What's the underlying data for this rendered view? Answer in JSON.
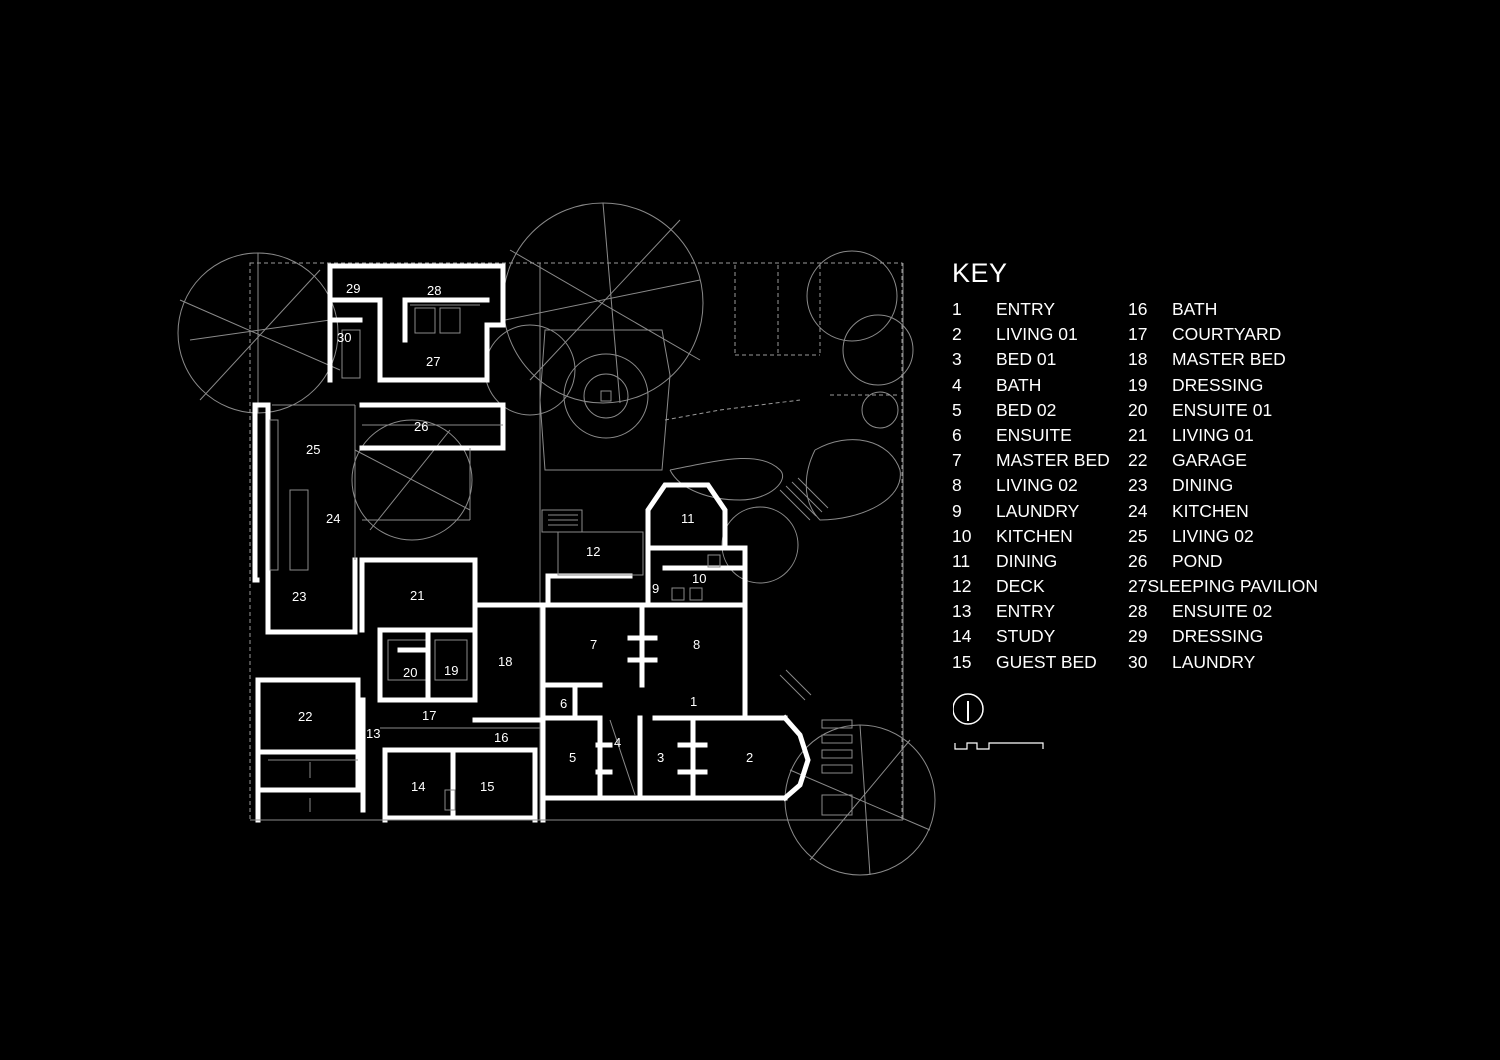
{
  "key": {
    "title": "KEY",
    "columns": [
      [
        {
          "num": "1",
          "name": "ENTRY"
        },
        {
          "num": "2",
          "name": "LIVING 01"
        },
        {
          "num": "3",
          "name": "BED 01"
        },
        {
          "num": "4",
          "name": "BATH"
        },
        {
          "num": "5",
          "name": "BED 02"
        },
        {
          "num": "6",
          "name": "ENSUITE"
        },
        {
          "num": "7",
          "name": "MASTER BED"
        },
        {
          "num": "8",
          "name": "LIVING 02"
        },
        {
          "num": "9",
          "name": "LAUNDRY"
        },
        {
          "num": "10",
          "name": "KITCHEN"
        },
        {
          "num": "11",
          "name": "DINING"
        },
        {
          "num": "12",
          "name": "DECK"
        },
        {
          "num": "13",
          "name": "ENTRY"
        },
        {
          "num": "14",
          "name": "STUDY"
        },
        {
          "num": "15",
          "name": "GUEST BED"
        }
      ],
      [
        {
          "num": "16",
          "name": "BATH"
        },
        {
          "num": "17",
          "name": "COURTYARD"
        },
        {
          "num": "18",
          "name": "MASTER BED"
        },
        {
          "num": "19",
          "name": "DRESSING"
        },
        {
          "num": "20",
          "name": "ENSUITE 01"
        },
        {
          "num": "21",
          "name": "LIVING 01"
        },
        {
          "num": "22",
          "name": "GARAGE"
        },
        {
          "num": "23",
          "name": "DINING"
        },
        {
          "num": "24",
          "name": "KITCHEN"
        },
        {
          "num": "25",
          "name": "LIVING 02"
        },
        {
          "num": "26",
          "name": "POND"
        },
        {
          "num": "27",
          "name": "SLEEPING PAVILION"
        },
        {
          "num": "28",
          "name": "ENSUITE 02"
        },
        {
          "num": "29",
          "name": "DRESSING"
        },
        {
          "num": "30",
          "name": "LAUNDRY"
        }
      ]
    ]
  },
  "plan": {
    "room_labels": [
      "1",
      "2",
      "3",
      "4",
      "5",
      "6",
      "7",
      "8",
      "9",
      "10",
      "11",
      "12",
      "13",
      "14",
      "15",
      "16",
      "17",
      "18",
      "19",
      "20",
      "21",
      "22",
      "23",
      "24",
      "25",
      "26",
      "27",
      "28",
      "29",
      "30"
    ]
  },
  "colors": {
    "background": "#000000",
    "walls": "#ffffff",
    "linework": "#8a8a8a"
  },
  "icons": [
    "north-arrow-icon",
    "scale-bar-icon",
    "tree-canopy-icon",
    "stair-icon"
  ]
}
